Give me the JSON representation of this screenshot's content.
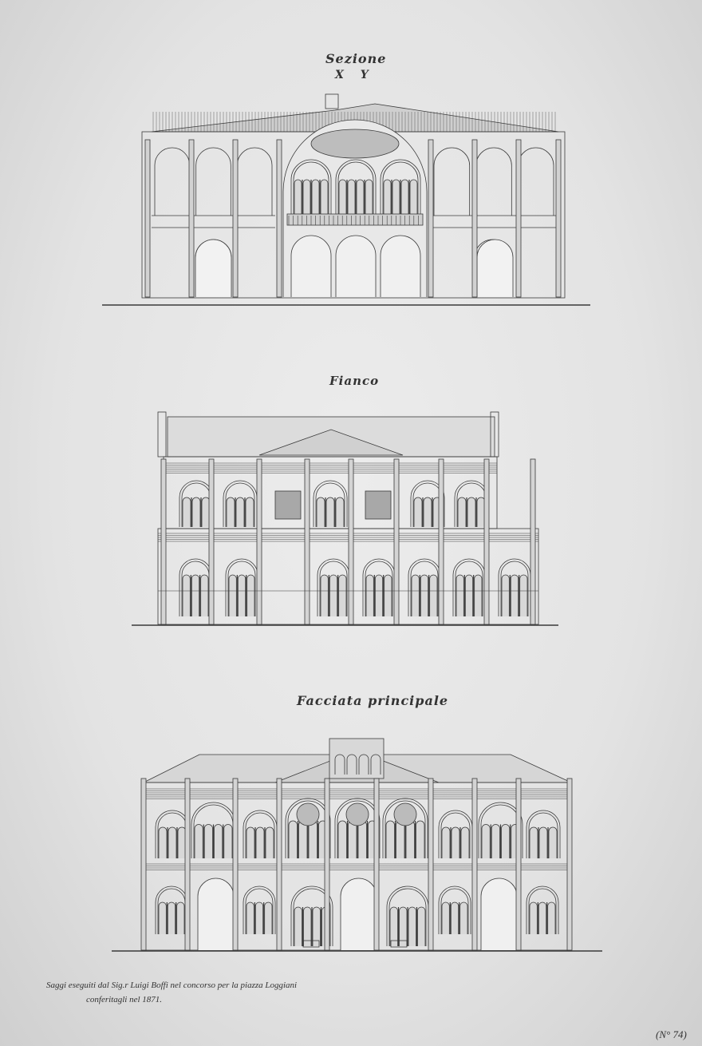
{
  "sheet": {
    "drawings": [
      {
        "title": "Sezione",
        "subtitle": "X Y"
      },
      {
        "title": "Fianco"
      },
      {
        "title": "Facciata principale"
      }
    ],
    "caption_line1": "Saggi eseguiti dal Sig.r Luigi Boffi nel concorso per la piazza Loggiani",
    "caption_line2": "conferitagli nel 1871.",
    "sheet_number": "(N° 74)",
    "ink_color": "#3a3a3a",
    "paper_color": "#e6e6e6"
  }
}
